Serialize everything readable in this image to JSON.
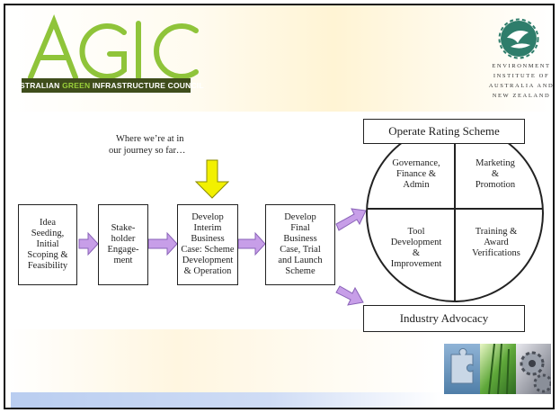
{
  "header": {
    "agic_logo_letters": "AGIC",
    "agic_banner": [
      "AUSTRALIAN",
      "GREEN",
      "INFRASTRUCTURE",
      "COUNCIL"
    ],
    "ieanz_lines": [
      "ENVIRONMENT",
      "INSTITUTE OF",
      "AUSTRALIA AND",
      "NEW ZEALAND"
    ]
  },
  "callout": {
    "lines": [
      "Where we’re at in",
      "our journey so far…"
    ]
  },
  "steps": [
    {
      "lines": [
        "Idea",
        "Seeding,",
        "Initial",
        "Scoping &",
        "Feasibility"
      ]
    },
    {
      "lines": [
        "Stake-",
        "holder",
        "Engage-",
        "ment"
      ]
    },
    {
      "lines": [
        "Develop",
        "Interim",
        "Business",
        "Case: Scheme",
        "Development",
        "& Operation"
      ]
    },
    {
      "lines": [
        "Develop",
        "Final",
        "Business",
        "Case, Trial",
        "and Launch",
        "Scheme"
      ]
    }
  ],
  "operate_title": "Operate Rating Scheme",
  "quadrants": {
    "top_left": [
      "Governance,",
      "Finance &",
      "Admin"
    ],
    "top_right": [
      "Marketing",
      "&",
      "Promotion"
    ],
    "bottom_left": [
      "Tool",
      "Development",
      "&",
      "Improvement"
    ],
    "bottom_right": [
      "Training &",
      "Award",
      "Verifications"
    ]
  },
  "advocacy": "Industry Advocacy",
  "colors": {
    "agic_green": "#8fc43a",
    "arrow_purple": "#c79ee8",
    "arrow_yellow": "#f2f000",
    "ieanz_teal": "#2e7d6b"
  }
}
